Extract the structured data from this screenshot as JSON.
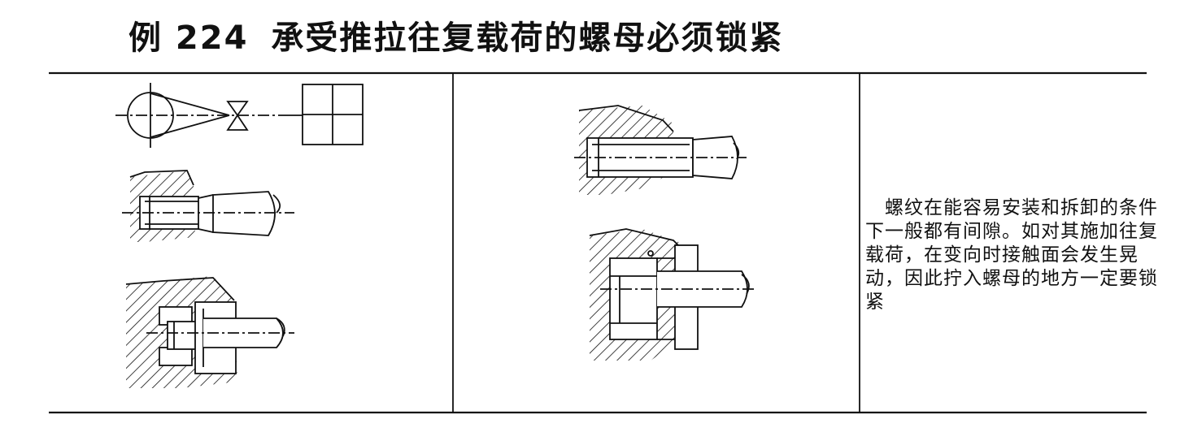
{
  "title": {
    "number": "例 224",
    "text": "承受推拉往复载荷的螺母必须锁紧"
  },
  "description": "螺纹在能容易安装和拆卸的条件下一般都有间隙。如对其施加往复载荷，在变向时接触面会发生晃动，因此拧入螺母的地方一定要锁紧"
}
